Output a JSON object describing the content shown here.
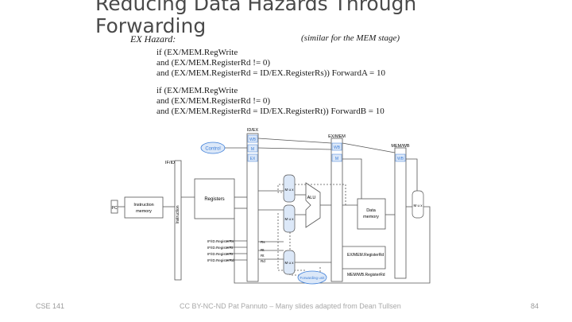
{
  "slide": {
    "title": "Reducing Data Hazards Through Forwarding",
    "hazard_label": "EX Hazard:",
    "similar_note": "(similar for the MEM stage)"
  },
  "conditions": {
    "forward_a": [
      "if (EX/MEM.RegWrite",
      "and (EX/MEM.RegisterRd != 0)",
      "and (EX/MEM.RegisterRd = ID/EX.RegisterRs)) ForwardA = 10"
    ],
    "forward_b": [
      "if (EX/MEM.RegWrite",
      "and (EX/MEM.RegisterRd != 0)",
      "and (EX/MEM.RegisterRd = ID/EX.RegisterRt)) ForwardB = 10"
    ]
  },
  "diagram": {
    "id_ex": "ID/EX",
    "ex_mem": "EX/MEM",
    "mem_wb": "MEM/WB",
    "if_id": "IF/ID",
    "wb": "WB",
    "m": "M",
    "ex": "EX",
    "control": "Control",
    "pc": "PC",
    "instruction": "Instruction",
    "memory": "memory",
    "instruction_vertical": "Instruction",
    "registers": "Registers",
    "alu": "ALU",
    "data": "Data",
    "mux": "M u x",
    "ifid_rs": "IF/ID.RegisterRs",
    "ifid_rt1": "IF/ID.RegisterRt",
    "ifid_rt2": "IF/ID.RegisterRt",
    "ifid_rd": "IF/ID.RegisterRd",
    "rs": "Rs",
    "rt": "Rt",
    "rt2": "Rt",
    "rd": "Rd",
    "exmem_rd": "EX/MEM.RegisterRd",
    "memwb_rd": "MEM/WB.RegisterRd",
    "forwarding_unit": "Forwarding unit"
  },
  "footer": {
    "course": "CSE 141",
    "credit": "CC BY-NC-ND Pat Pannuto – Many slides adapted from Dean Tullsen",
    "page": "84"
  },
  "colors": {
    "accent_blue": "#3b7dd8",
    "light_blue_fill": "#dce8f8",
    "line": "#555555"
  }
}
